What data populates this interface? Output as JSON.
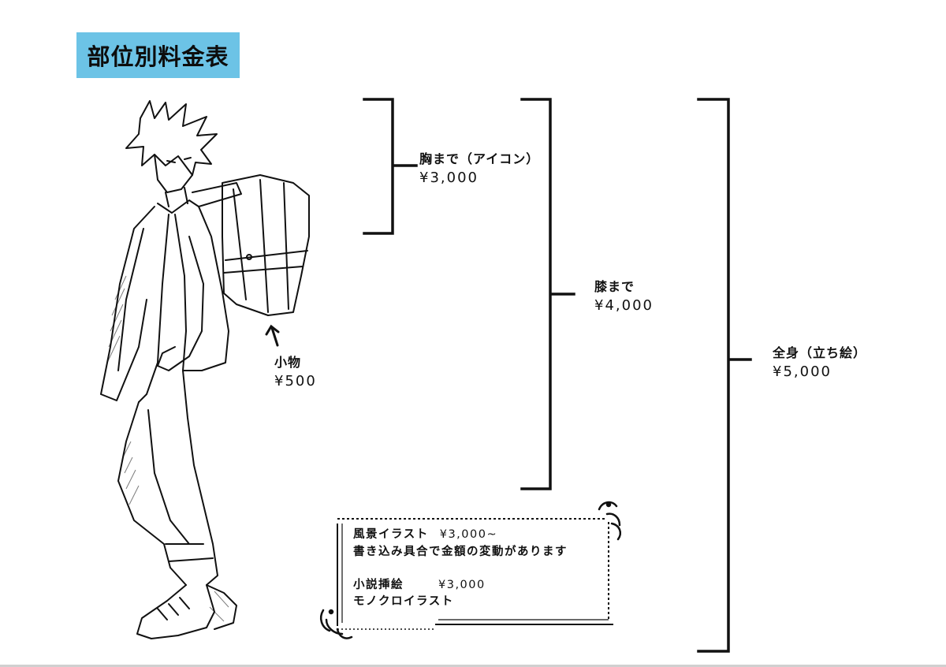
{
  "title": "部位別料金表",
  "tiers": [
    {
      "label": "胸まで（アイコン）",
      "price": "¥3,000"
    },
    {
      "label": "膝まで",
      "price": "¥4,000"
    },
    {
      "label": "全身（立ち絵）",
      "price": "¥5,000"
    }
  ],
  "accessory": {
    "label": "小物",
    "price": "¥500"
  },
  "notes": {
    "landscape_label": "風景イラスト",
    "landscape_price": "¥3,000~",
    "landscape_desc": "書き込み具合で金額の変動があります",
    "novel_label": "小説挿絵",
    "novel_price": "¥3,000",
    "novel_desc": "モノクロイラスト"
  },
  "colors": {
    "title_bg": "#6cc3e6",
    "ink": "#111111"
  }
}
